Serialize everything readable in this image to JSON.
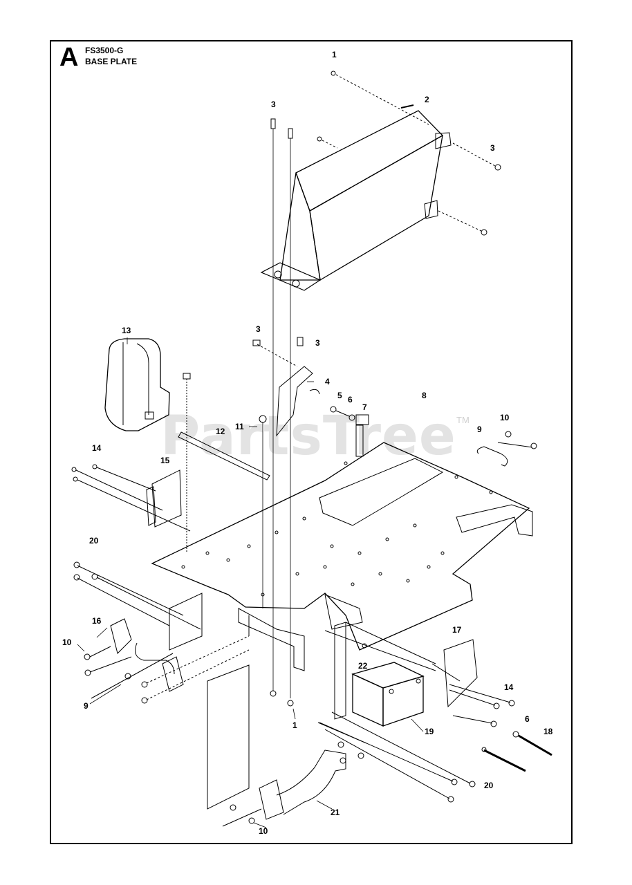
{
  "header": {
    "section_letter": "A",
    "model": "FS3500-G",
    "assembly_name": "BASE PLATE"
  },
  "watermark": {
    "text": "PartsTree",
    "trademark": "TM"
  },
  "callouts": [
    {
      "id": "c1a",
      "label": "1"
    },
    {
      "id": "c2",
      "label": "2"
    },
    {
      "id": "c3a",
      "label": "3"
    },
    {
      "id": "c3b",
      "label": "3"
    },
    {
      "id": "c3c",
      "label": "3"
    },
    {
      "id": "c3d",
      "label": "3"
    },
    {
      "id": "c4",
      "label": "4"
    },
    {
      "id": "c5",
      "label": "5"
    },
    {
      "id": "c6a",
      "label": "6"
    },
    {
      "id": "c7",
      "label": "7"
    },
    {
      "id": "c8",
      "label": "8"
    },
    {
      "id": "c9a",
      "label": "9"
    },
    {
      "id": "c10a",
      "label": "10"
    },
    {
      "id": "c11",
      "label": "11"
    },
    {
      "id": "c12",
      "label": "12"
    },
    {
      "id": "c13",
      "label": "13"
    },
    {
      "id": "c14a",
      "label": "14"
    },
    {
      "id": "c15",
      "label": "15"
    },
    {
      "id": "c20a",
      "label": "20"
    },
    {
      "id": "c16",
      "label": "16"
    },
    {
      "id": "c10b",
      "label": "10"
    },
    {
      "id": "c9b",
      "label": "9"
    },
    {
      "id": "c17",
      "label": "17"
    },
    {
      "id": "c22",
      "label": "22"
    },
    {
      "id": "c14b",
      "label": "14"
    },
    {
      "id": "c6b",
      "label": "6"
    },
    {
      "id": "c18",
      "label": "18"
    },
    {
      "id": "c19",
      "label": "19"
    },
    {
      "id": "c1b",
      "label": "1"
    },
    {
      "id": "c20b",
      "label": "20"
    },
    {
      "id": "c21",
      "label": "21"
    },
    {
      "id": "c10c",
      "label": "10"
    }
  ]
}
